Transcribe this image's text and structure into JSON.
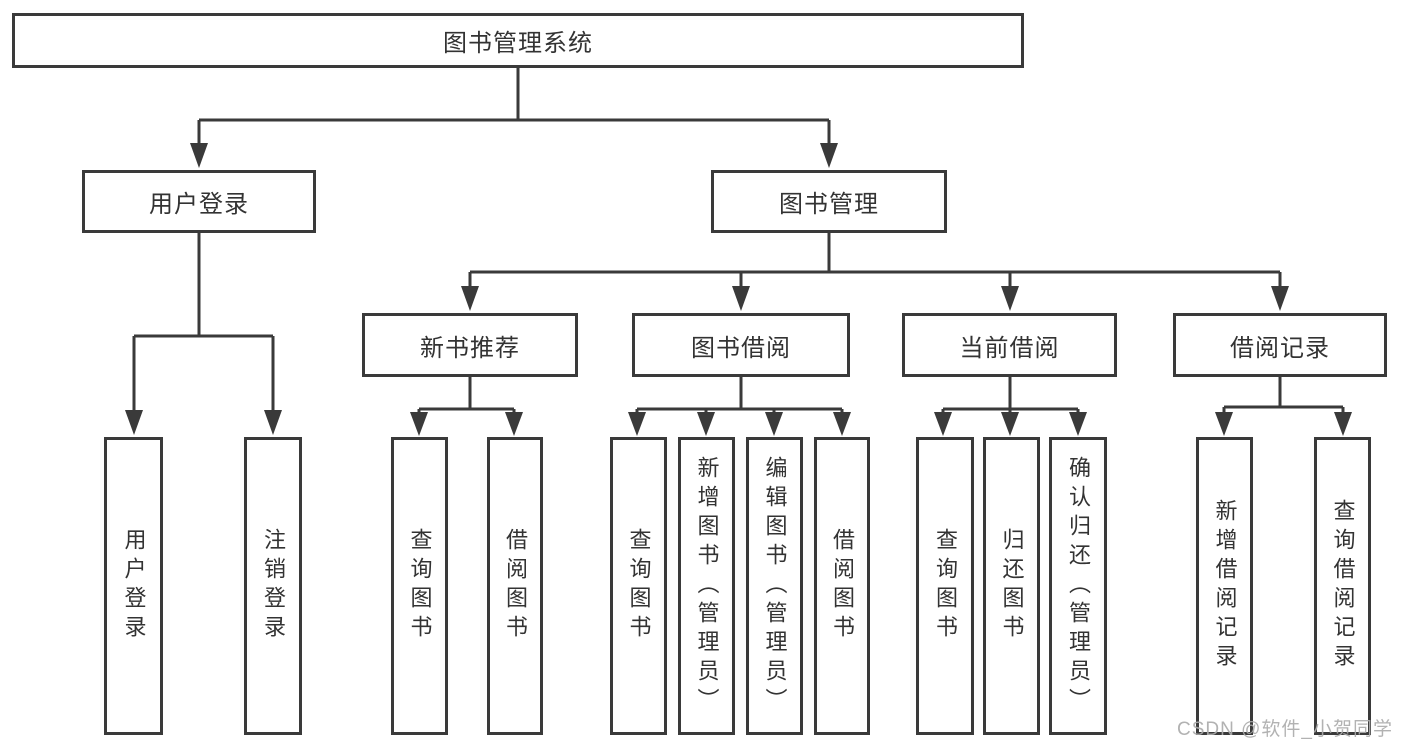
{
  "tree": {
    "root": "图书管理系统",
    "l2": [
      {
        "label": "用户登录",
        "leaves": [
          "用户登录",
          "注销登录"
        ]
      },
      {
        "label": "图书管理",
        "groups": [
          {
            "label": "新书推荐",
            "leaves": [
              "查询图书",
              "借阅图书"
            ]
          },
          {
            "label": "图书借阅",
            "leaves": [
              "查询图书",
              "新增图书（管理员）",
              "编辑图书（管理员）",
              "借阅图书"
            ]
          },
          {
            "label": "当前借阅",
            "leaves": [
              "查询图书",
              "归还图书",
              "确认归还（管理员）"
            ]
          },
          {
            "label": "借阅记录",
            "leaves": [
              "新增借阅记录",
              "查询借阅记录"
            ]
          }
        ]
      }
    ]
  },
  "watermark": "CSDN @软件_小贺同学",
  "colors": {
    "line": "#3a3a3a",
    "text": "#333333",
    "watermark": "#ababab",
    "background": "#ffffff"
  }
}
